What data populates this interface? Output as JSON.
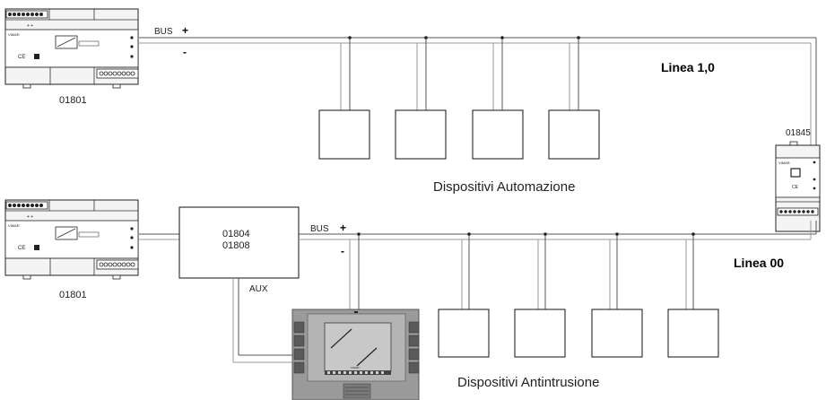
{
  "bus_top": {
    "label": "BUS",
    "plus": "+",
    "minus": "-"
  },
  "bus_bottom": {
    "label": "BUS",
    "plus": "+",
    "minus": "-"
  },
  "psu_top": {
    "code": "01801",
    "brand": "VIMAR",
    "ce_mark": "CE"
  },
  "psu_bottom": {
    "code": "01801",
    "brand": "VIMAR",
    "ce_mark": "CE"
  },
  "coupler": {
    "code": "01845",
    "brand": "VIMAR",
    "ce_mark": "CE"
  },
  "interface_box": {
    "line1": "01804",
    "line2": "01808"
  },
  "aux": {
    "label": "AUX"
  },
  "line_top": {
    "label": "Linea 1,0"
  },
  "line_bottom": {
    "label": "Linea 00"
  },
  "group_top": {
    "label": "Dispositivi Automazione"
  },
  "group_bottom": {
    "label": "Dispositivi Antintrusione"
  },
  "keypad": {
    "brand": "VIMAR"
  }
}
